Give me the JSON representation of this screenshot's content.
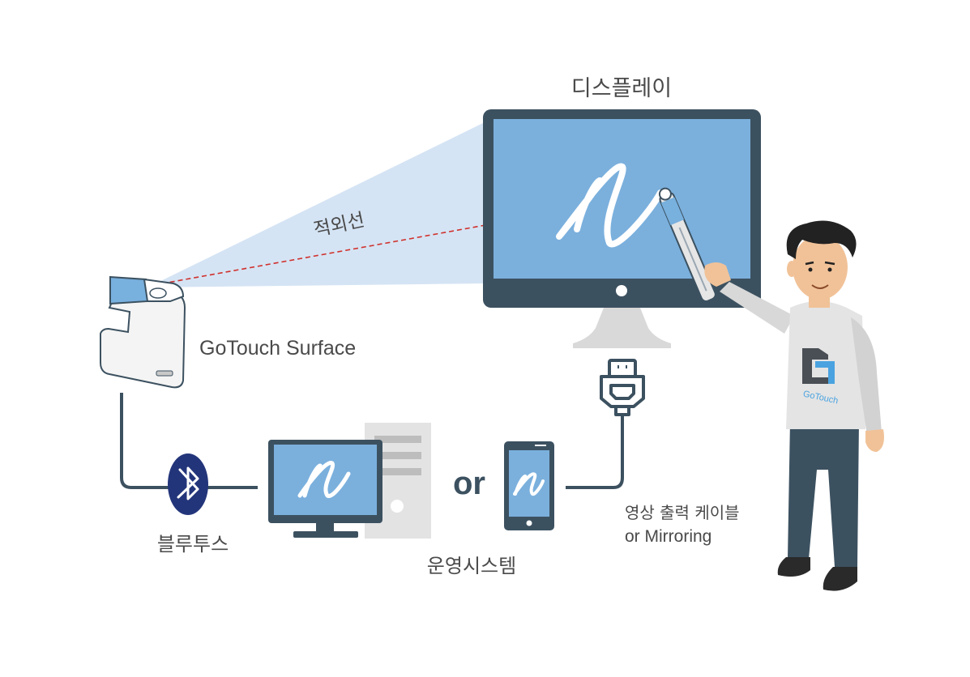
{
  "labels": {
    "display": "디스플레이",
    "infrared": "적외선",
    "device": "GoTouch Surface",
    "bluetooth": "블루투스",
    "os": "운영시스템",
    "or": "or",
    "cable_line1": "영상 출력 케이블",
    "cable_line2": "or Mirroring"
  },
  "shirt_logo_text": "GoTouch",
  "icons": [
    "gotouch-device-icon",
    "bluetooth-icon",
    "desktop-pc-icon",
    "smartphone-icon",
    "hdmi-connector-icon",
    "stylus-pen-icon",
    "person-illustration"
  ],
  "colors": {
    "monitor_frame": "#3c5160",
    "screen_blue": "#78b0de",
    "beam": "#cfe0f3",
    "laser": "#d0312d",
    "line": "#3c5160",
    "bluetooth_bg": "#23357a",
    "stand_gray": "#d9d9d9",
    "text": "#4a4a4a"
  }
}
